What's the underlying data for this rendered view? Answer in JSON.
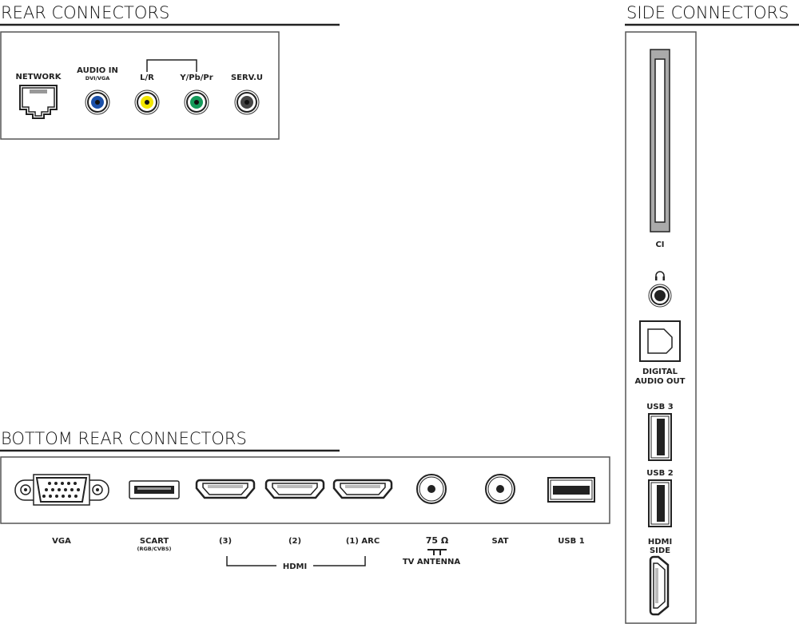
{
  "sections": {
    "rear": "REAR CONNECTORS",
    "side": "SIDE CONNECTORS",
    "bottom": "BOTTOM REAR CONNECTORS"
  },
  "rear": {
    "network": "NETWORK",
    "audio_in": "AUDIO IN",
    "audio_in_sub": "DVI/VGA",
    "lr": "L/R",
    "ypbpr": "Y/Pb/Pr",
    "servu": "SERV.U"
  },
  "side": {
    "ci": "CI",
    "digital_audio_1": "DIGITAL",
    "digital_audio_2": "AUDIO OUT",
    "usb3": "USB 3",
    "usb2": "USB 2",
    "hdmi_side_1": "HDMI",
    "hdmi_side_2": "SIDE"
  },
  "bottom": {
    "vga": "VGA",
    "scart": "SCART",
    "scart_sub": "(RGB/CVBS)",
    "hdmi3": "(3)",
    "hdmi2": "(2)",
    "hdmi1": "(1) ARC",
    "hdmi_group": "HDMI",
    "antenna_ohm": "75 Ω",
    "antenna": "TV ANTENNA",
    "sat": "SAT",
    "usb1": "USB 1"
  },
  "colors": {
    "blue": "#1a4fa8",
    "yellow": "#f2e600",
    "green": "#149a5a",
    "grey": "#444444"
  }
}
